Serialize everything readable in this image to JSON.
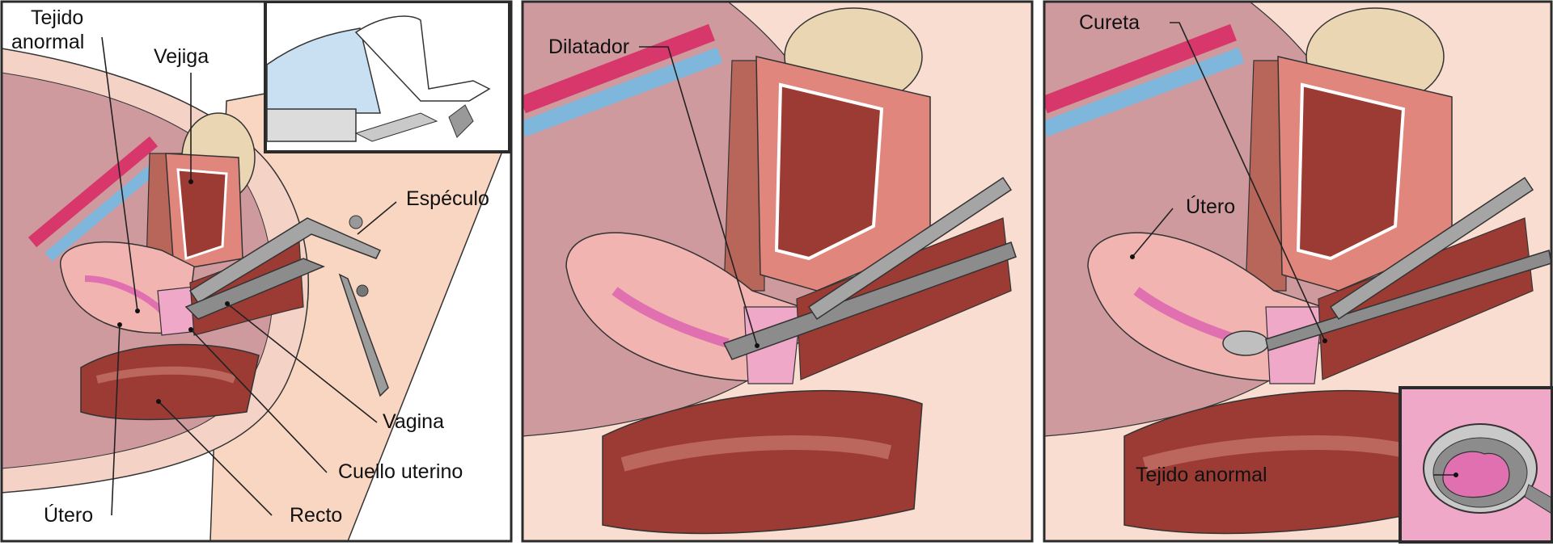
{
  "panel1": {
    "labels": {
      "abnormal_tissue": [
        "Tejido",
        "anormal"
      ],
      "bladder": "Vejiga",
      "speculum": "Espéculo",
      "vagina": "Vagina",
      "cervix": "Cuello uterino",
      "rectum": "Recto",
      "uterus": "Útero"
    }
  },
  "panel2": {
    "labels": {
      "dilator": "Dilatador"
    }
  },
  "panel3": {
    "labels": {
      "curette": "Cureta",
      "uterus": "Útero",
      "abnormal_tissue": "Tejido anormal"
    }
  },
  "colors": {
    "artery": "#d8376b",
    "vein": "#7fb7dc",
    "muscle": "#9c3b34",
    "uterus_pink": "#f2b4b0",
    "abnormal_tissue": "#e070b0",
    "skin": "#f9d6c2",
    "instrument": "#8c8c8c",
    "panel_border": "#2b2b2b"
  }
}
